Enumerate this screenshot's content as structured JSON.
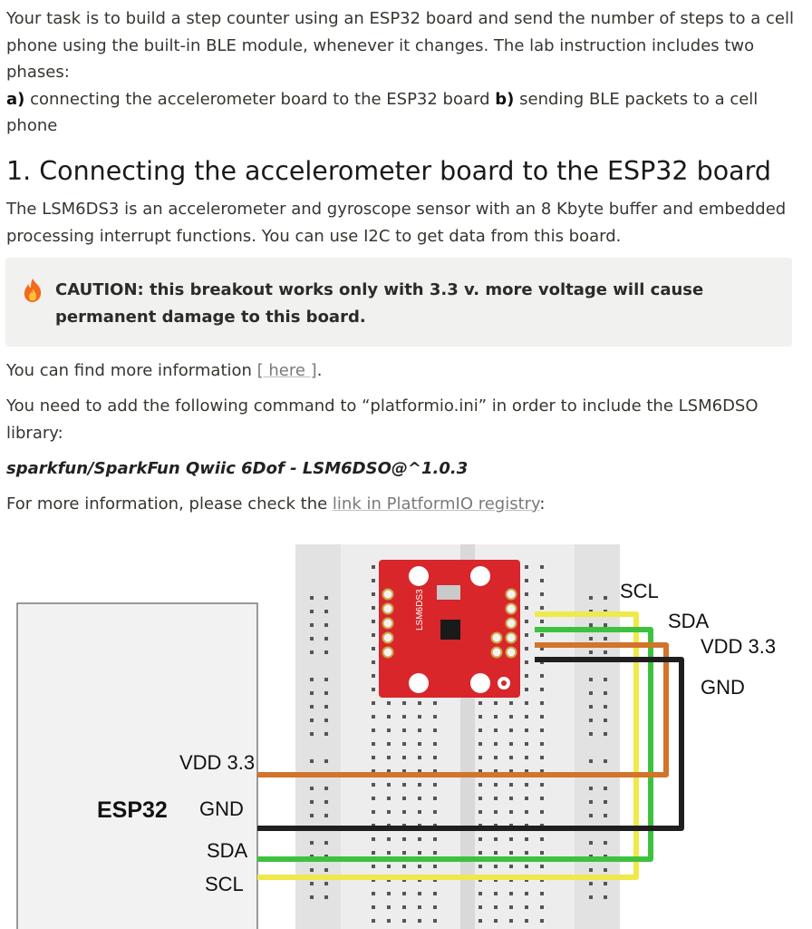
{
  "intro": {
    "text": "Your task is to build a step counter using an ESP32 board and send the number of steps to a cell phone using the built-in BLE module, whenever it changes. The lab instruction includes two phases:",
    "phase_a_marker": "a)",
    "phase_a_text": " connecting the accelerometer board to the ESP32 board ",
    "phase_b_marker": "b)",
    "phase_b_text": " sending BLE packets to a cell phone"
  },
  "section": {
    "heading": "1. Connecting the accelerometer board to the ESP32 board",
    "description": "The LSM6DS3 is an accelerometer and gyroscope sensor with an 8 Kbyte buffer and embedded processing interrupt functions. You can use I2C to get data from this board."
  },
  "callout": {
    "icon": "fire-icon",
    "text": "CAUTION: this breakout works only with 3.3 v. more voltage will cause permanent damage to this board."
  },
  "more_info": {
    "prefix": "You can find more information ",
    "link_text": "[ here ]",
    "suffix": "."
  },
  "platformio": {
    "text": "You need to add the following command to “platformio.ini” in order to include the LSM6DSO library:",
    "library": "sparkfun/SparkFun Qwiic 6Dof - LSM6DSO@^1.0.3"
  },
  "registry": {
    "prefix": "For more information, please check the ",
    "link_text": "link in PlatformIO registry",
    "suffix": ":"
  },
  "diagram": {
    "esp_label": "ESP32",
    "esp_pins": [
      "VDD 3.3",
      "GND",
      "SDA",
      "SCL"
    ],
    "sensor_pins": [
      "SCL",
      "SDA",
      "VDD 3.3",
      "GND"
    ],
    "sensor_chip_label": "LSM6DS3",
    "wire_colors": {
      "scl": "#f1e84a",
      "sda": "#3ec23e",
      "vdd": "#d2742a",
      "gnd": "#1f1f1f"
    }
  }
}
